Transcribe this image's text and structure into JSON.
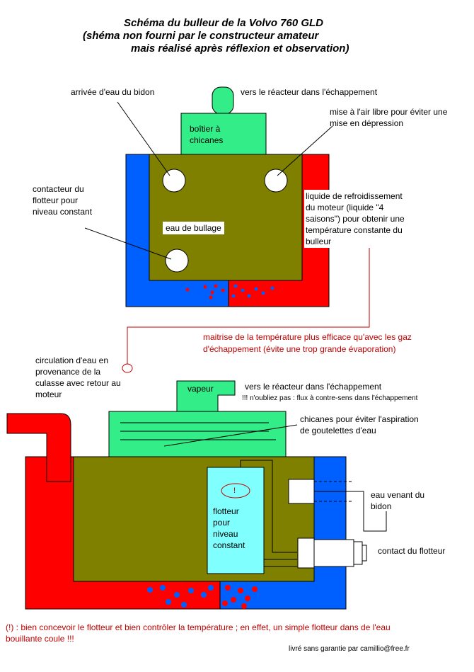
{
  "title": {
    "line1": "Schéma du bulleur de la Volvo 760 GLD",
    "line2": "(shéma non fourni par le constructeur amateur",
    "line3": "mais réalisé après réflexion et observation)"
  },
  "top": {
    "arrivee": "arrivée d'eau du bidon",
    "reacteur": "vers le réacteur dans l'échappement",
    "air_libre": "mise à l'air libre pour éviter une\nmise en dépression",
    "boitier": "boîtier à\nchicanes",
    "contacteur": "contacteur du\nflotteur pour\nniveau constant",
    "eau_bullage": "eau de bullage",
    "liquide": "liquide de refroidissement\ndu moteur (liquide \"4\nsaisons\") pour obtenir une\ntempérature constante du\nbulleur",
    "maitrise_line1": "maitrise de la température plus efficace qu'avec les gaz",
    "maitrise_line2": "d'échappement   (évite une trop grande évaporation)"
  },
  "bottom": {
    "circulation": "circulation d'eau en\nprovenance de la\nculasse avec retour au\nmoteur",
    "vapeur": "vapeur",
    "reacteur": "vers le réacteur dans l'échappement",
    "attention": "!!! n'oubliez pas : flux à contre-sens  dans l'échappement",
    "chicanes": "chicanes pour éviter l'aspiration\nde goutelettes d'eau",
    "warning_mark": "!",
    "flotteur": "flotteur\npour\nniveau\nconstant",
    "eau_bidon": "eau venant du\nbidon",
    "contact": "contact du flotteur"
  },
  "footer": {
    "note": "(!) : bien concevoir le flotteur  et bien contrôler la température   ; en effet, un simple flotteur dans de l'eau\nbouillante coule !!!",
    "credit": "livré sans garantie par camillio@free.fr"
  },
  "colors": {
    "olive": "#808000",
    "blue": "#0060ff",
    "red": "#ff0000",
    "green": "#33ee88",
    "cyan": "#80ffff",
    "annotation_red": "#c00000"
  }
}
